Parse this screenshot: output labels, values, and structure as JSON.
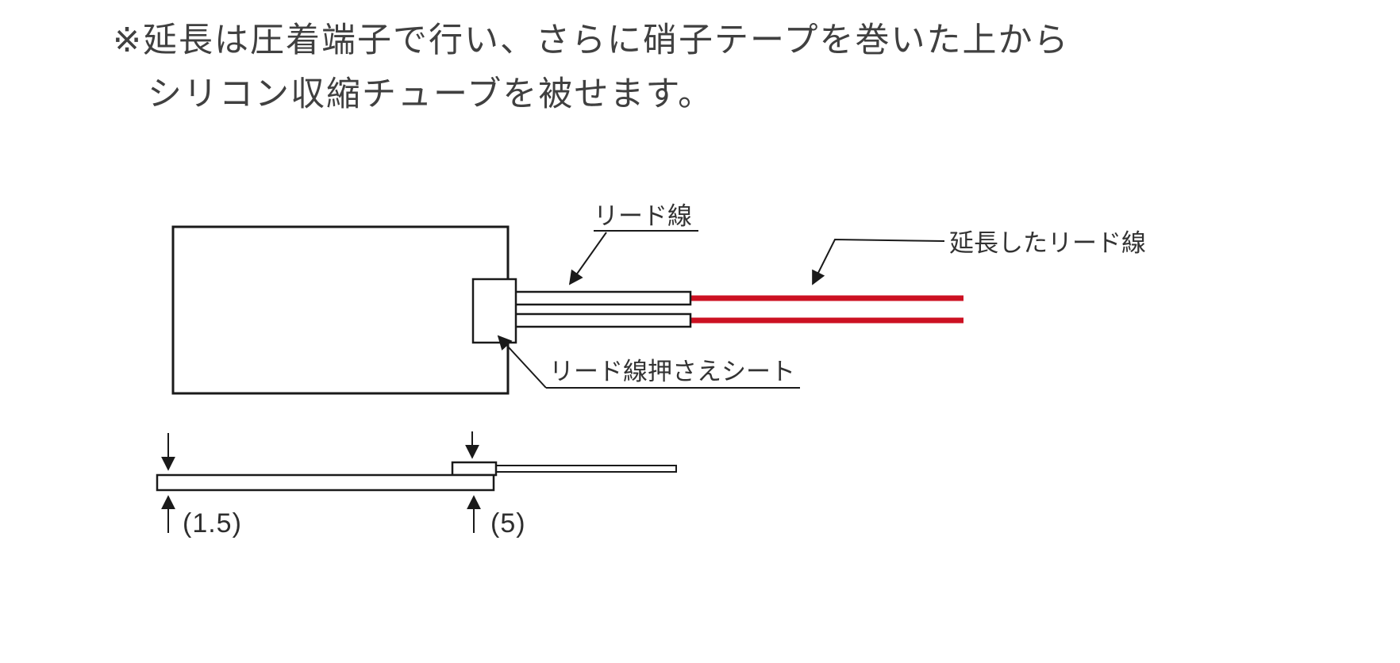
{
  "note": {
    "line1": "※延長は圧着端子で行い、さらに硝子テープを巻いた上から",
    "line2": "シリコン収縮チューブを被せます。"
  },
  "diagram": {
    "labels": {
      "lead_wire": "リード線",
      "extended_lead_wire": "延長したリード線",
      "lead_wire_press_sheet": "リード線押さえシート"
    },
    "dimensions": {
      "body_thickness": "(1.5)",
      "sheet_thickness": "(5)"
    }
  },
  "colors": {
    "line": "#1a1a1a",
    "wire_red": "#cc1122",
    "text": "#3a3a3a"
  }
}
